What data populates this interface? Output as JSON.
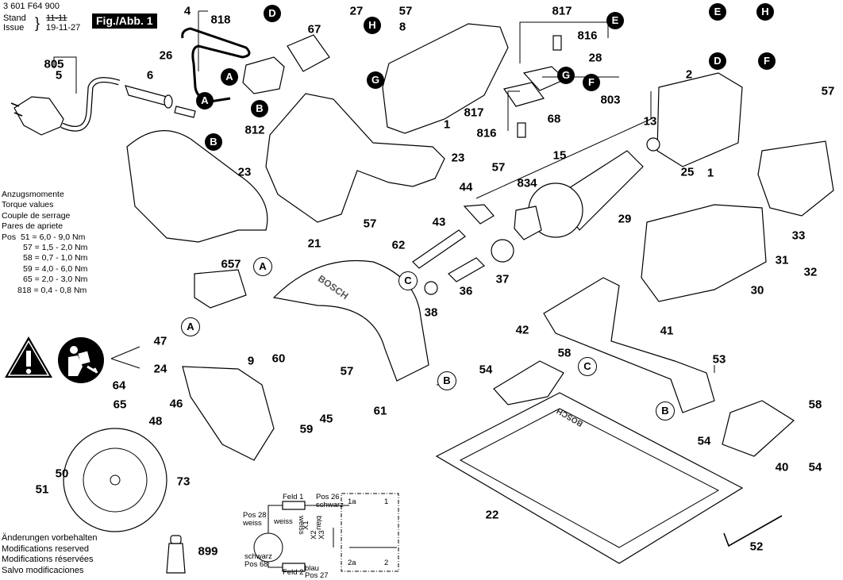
{
  "header": {
    "part_number": "3 601 F64 900",
    "stand_label": "Stand",
    "issue_label": "Issue",
    "issue_date": "19-11-27",
    "figure_label": "Fig./Abb. 1"
  },
  "torque": {
    "titles": [
      "Anzugsmomente",
      "Torque values",
      "Couple de serrage",
      "Pares de apriete"
    ],
    "pos_label": "Pos",
    "values": [
      {
        "pos": "51",
        "range": "6,0 - 9,0 Nm"
      },
      {
        "pos": "57",
        "range": "1,5 - 2,0 Nm"
      },
      {
        "pos": "58",
        "range": "0,7 - 1,0 Nm"
      },
      {
        "pos": "59",
        "range": "4,0 - 6,0 Nm"
      },
      {
        "pos": "65",
        "range": "2,0 - 3,0 Nm"
      },
      {
        "pos": "818",
        "range": "0,4 - 0,8 Nm"
      }
    ]
  },
  "modifications": [
    "Änderungen vorbehalten",
    "Modifications reserved",
    "Modifications réservées",
    "Salvo modificaciones"
  ],
  "part_labels": {
    "p4": "4",
    "p818": "818",
    "p27": "27",
    "p57a": "57",
    "p817a": "817",
    "p805": "805",
    "p5": "5",
    "p26": "26",
    "p67": "67",
    "p8": "8",
    "p816a": "816",
    "p28": "28",
    "p6": "6",
    "p812": "812",
    "p1a": "1",
    "p817b": "817",
    "p816b": "816",
    "p68": "68",
    "p803": "803",
    "p13": "13",
    "p2": "2",
    "p57b": "57",
    "p15": "15",
    "p23a": "23",
    "p23b": "23",
    "p57c": "57",
    "p834": "834",
    "p44": "44",
    "p25": "25",
    "p1b": "1",
    "p57d": "57",
    "p43": "43",
    "p29": "29",
    "p33": "33",
    "p21": "21",
    "p62": "62",
    "p657": "657",
    "p37": "37",
    "p31": "31",
    "p32": "32",
    "p36": "36",
    "p30": "30",
    "p38": "38",
    "p47": "47",
    "p9": "9",
    "p60": "60",
    "p42": "42",
    "p58a": "58",
    "p41": "41",
    "p53": "53",
    "p24": "24",
    "p57e": "57",
    "p54a": "54",
    "p64": "64",
    "p61": "61",
    "p46": "46",
    "p65": "65",
    "p48": "48",
    "p45": "45",
    "p59": "59",
    "p58b": "58",
    "p54b": "54",
    "p73": "73",
    "p50": "50",
    "p51": "51",
    "p40": "40",
    "p54c": "54",
    "p22": "22",
    "p899": "899",
    "p52": "52"
  },
  "connectors": {
    "A": "A",
    "B": "B",
    "C": "C",
    "D": "D",
    "E": "E",
    "F": "F",
    "G": "G",
    "H": "H"
  },
  "brand_mark": "BOSCH",
  "wiring": {
    "feld1": "Feld 1",
    "feld2": "Feld 2",
    "pos26": "Pos 26",
    "schwarz_top": "schwarz",
    "pos28": "Pos 28",
    "weiss_left": "weiss",
    "weiss_inner": "weiss",
    "weiss_vert": "weiss",
    "blau_vert": "blau",
    "schwarz_bottom": "schwarz",
    "pos68": "Pos 68",
    "blau_bottom": "blau",
    "pos27": "Pos 27",
    "x1": "X1",
    "x2": "X2",
    "x3": "X3",
    "t1a": "1a",
    "t1": "1",
    "t2a": "2a",
    "t2": "2"
  },
  "icons": [
    "warning-triangle-icon",
    "read-manual-icon"
  ]
}
